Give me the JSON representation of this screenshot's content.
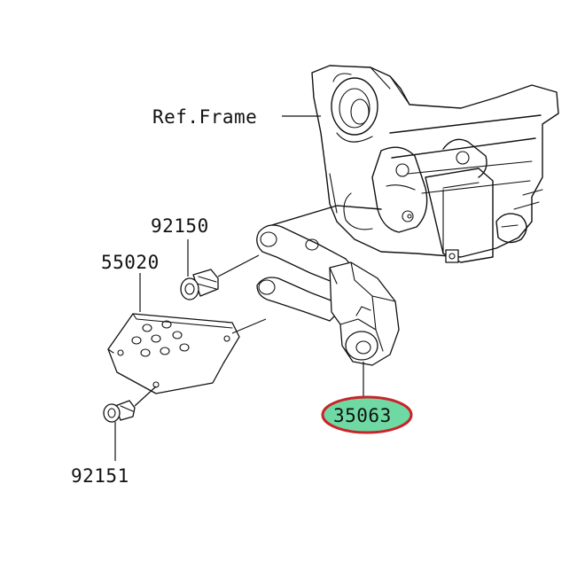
{
  "labels": {
    "ref_frame": "Ref.Frame",
    "bolt_top": "92150",
    "guard_plate": "55020",
    "bracket": "35063",
    "bolt_bottom": "92151"
  },
  "highlight": {
    "fill_color": "#6fd9a4",
    "outline_color": "#c8252b"
  },
  "colors": {
    "line": "#111111",
    "background": "#ffffff"
  }
}
